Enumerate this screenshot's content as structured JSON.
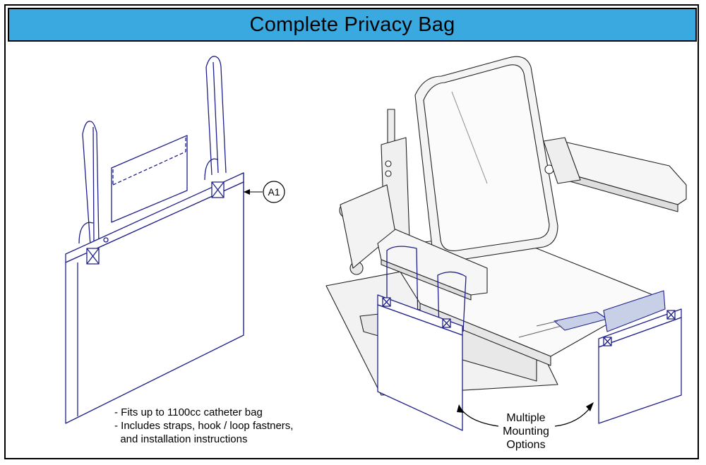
{
  "title": "Complete Privacy Bag",
  "callout": {
    "label": "A1"
  },
  "notes": [
    "- Fits up to 1100cc catheter bag",
    "- Includes straps, hook / loop fastners,",
    "  and installation instructions"
  ],
  "mounting_label": [
    "Multiple",
    "Mounting",
    "Options"
  ],
  "colors": {
    "title_bg": "#3aa9e0",
    "bag_outline": "#1f1f8a",
    "chair_outline": "#222222"
  }
}
